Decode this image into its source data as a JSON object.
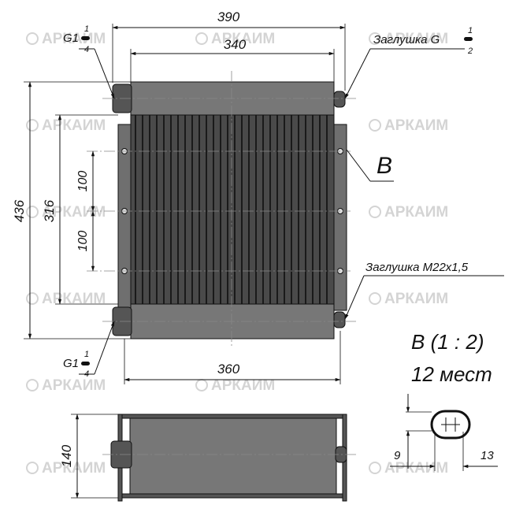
{
  "watermark": {
    "text": "АРКАИМ"
  },
  "front_view": {
    "dim_overall_width": "390",
    "dim_header_length": "340",
    "dim_overall_height": "436",
    "dim_core_height": "316",
    "dim_pitch_upper": "100",
    "dim_pitch_lower": "100",
    "dim_bottom_width": "360",
    "port_top_left": {
      "prefix": "G1",
      "num": "1",
      "den": "4"
    },
    "port_bottom_left": {
      "prefix": "G1",
      "num": "1",
      "den": "4"
    },
    "plug_top_right": {
      "prefix": "Заглушка G",
      "num": "1",
      "den": "2"
    },
    "plug_right": "Заглушка М22х1,5",
    "view_marker": "B"
  },
  "detail_view": {
    "title": "B (1 : 2)",
    "count": "12 мест",
    "dim_hole_height": "9",
    "dim_hole_width": "13"
  },
  "side_view": {
    "dim_depth": "140"
  }
}
